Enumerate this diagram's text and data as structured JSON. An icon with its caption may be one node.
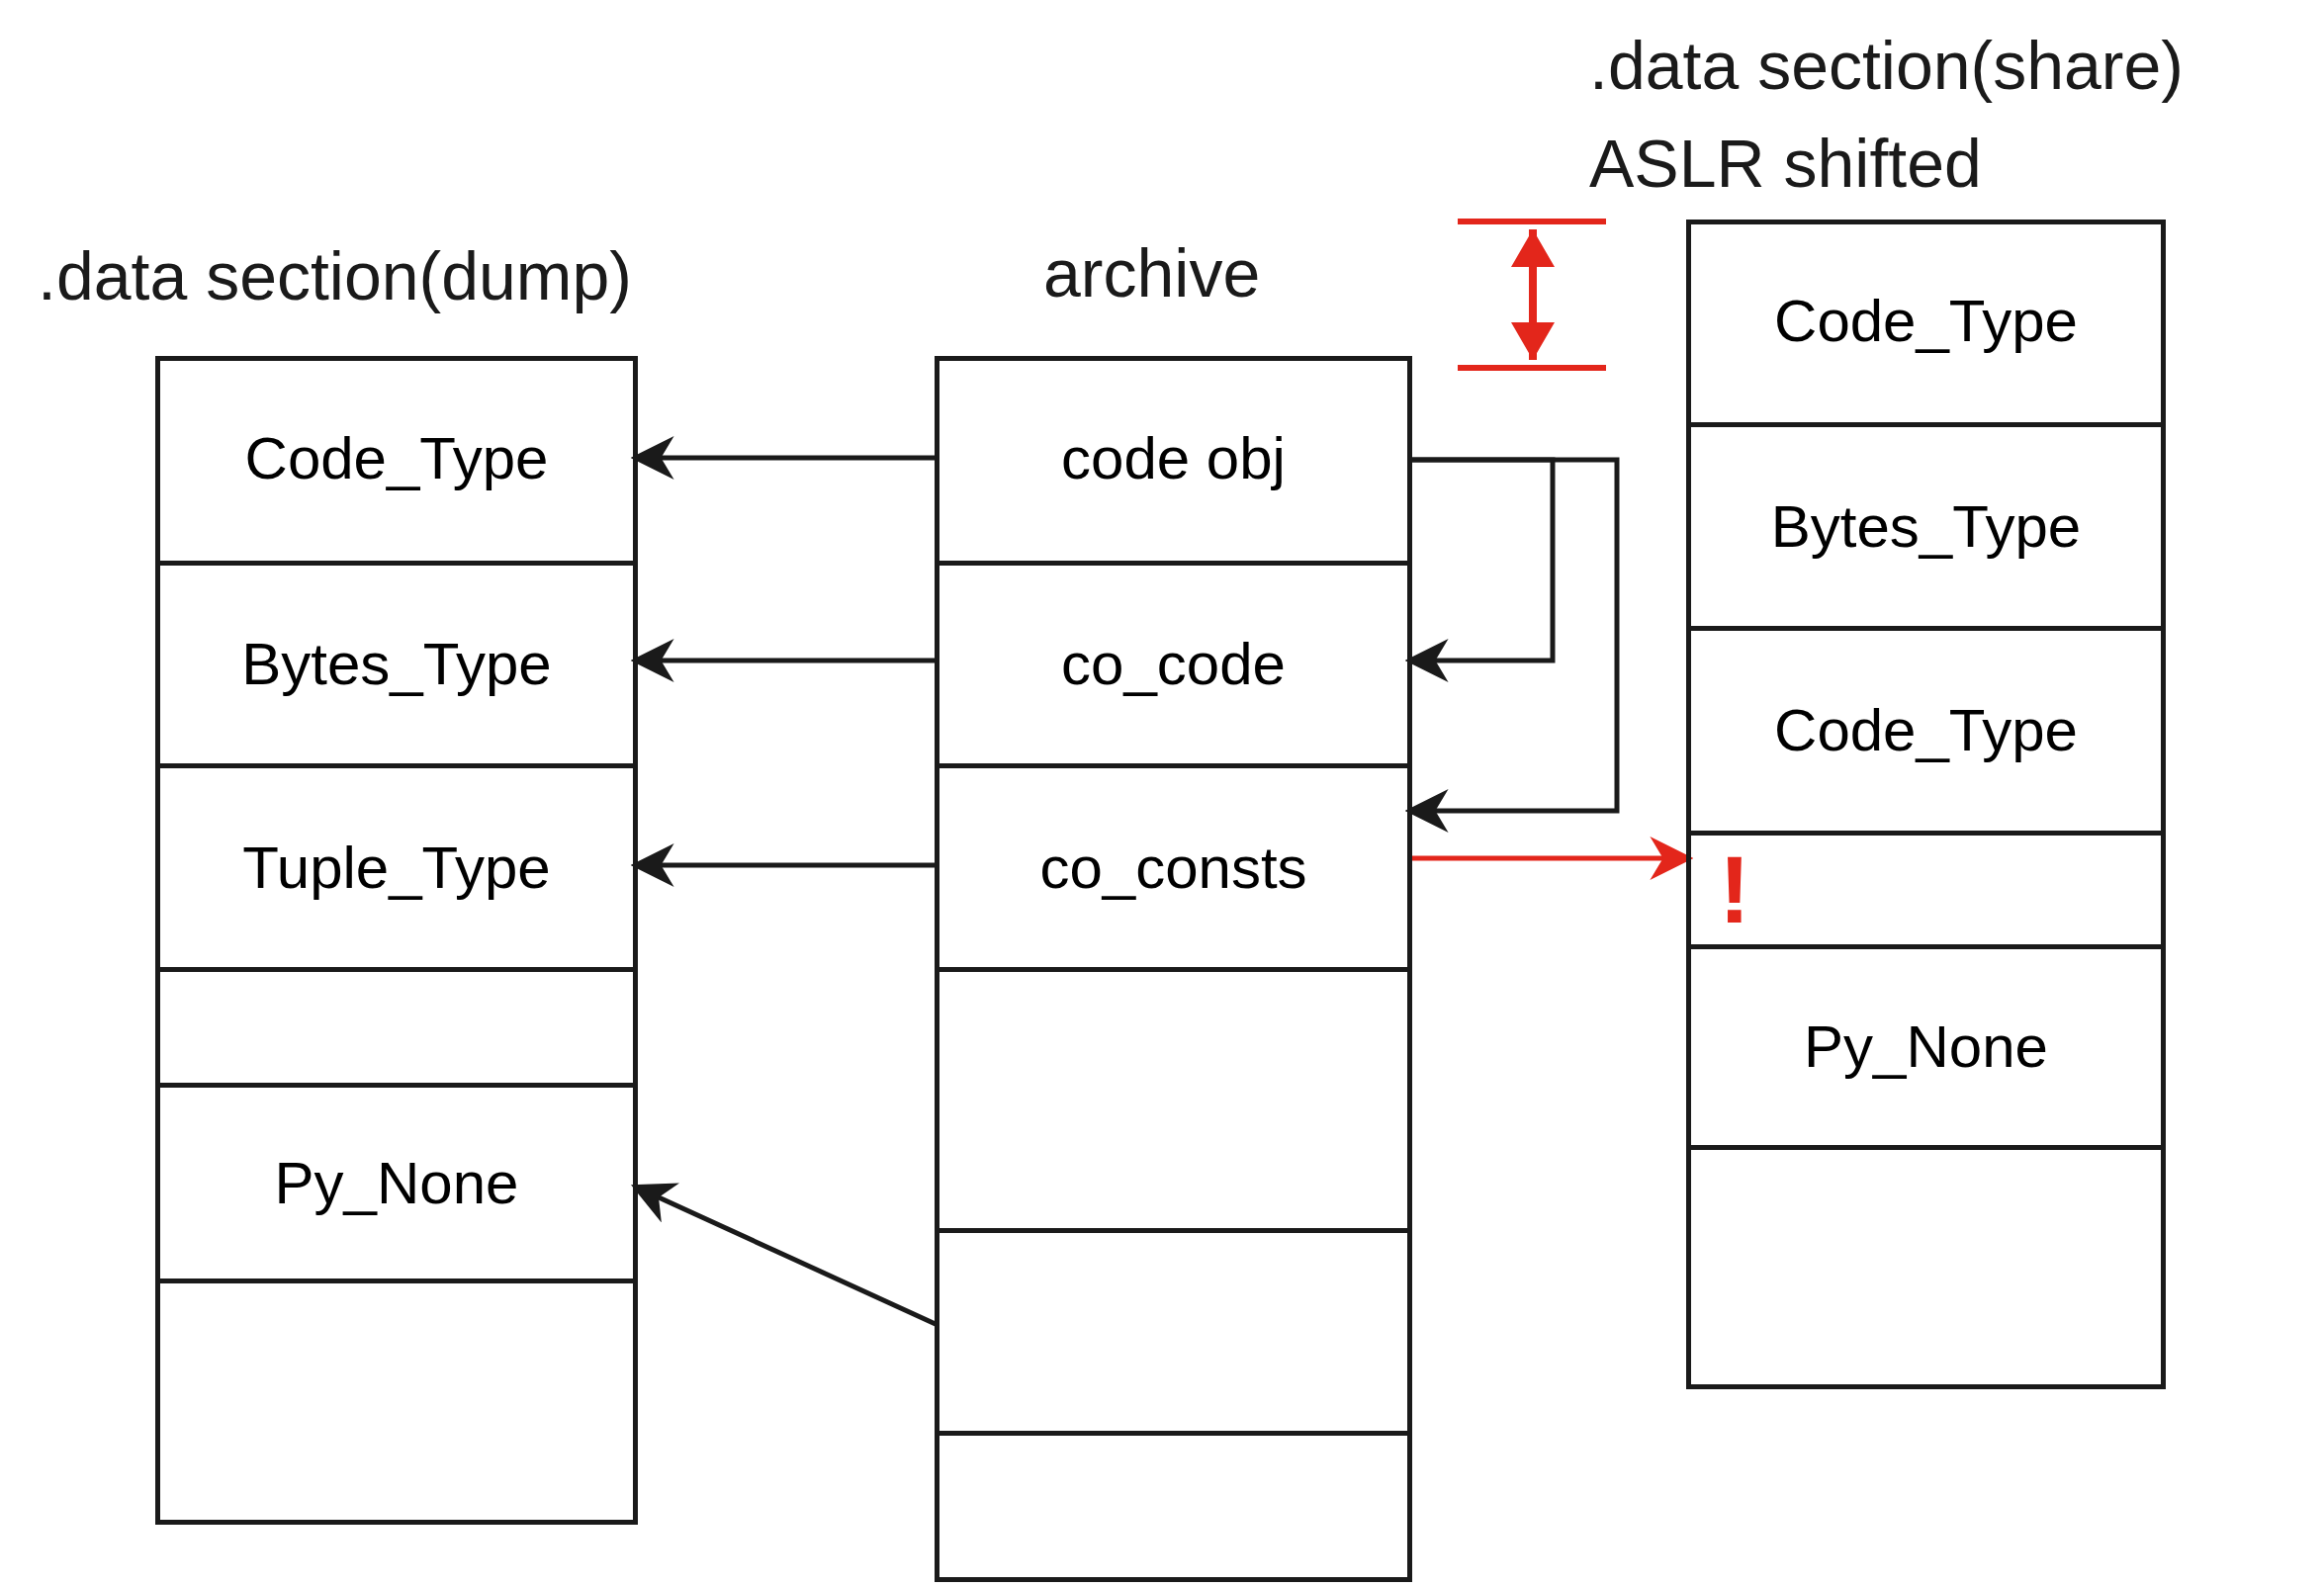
{
  "diagram": {
    "nodes": [
      {
        "text": [
          ".data section(dump)"
        ]
      },
      {
        "text": [
          "Code_Type"
        ],
        "in": 0
      },
      {
        "text": [
          "Bytes_Type"
        ],
        "in": 0
      },
      {
        "text": [
          "Tuple_Type"
        ],
        "in": 0
      },
      {
        "text": [],
        "shape": "box",
        "in": 0
      },
      {
        "text": [
          "Py_None"
        ],
        "in": 0
      },
      {
        "text": [],
        "shape": "box",
        "in": 0
      },
      {
        "text": [
          "archive"
        ]
      },
      {
        "text": [
          "code obj"
        ],
        "in": 7
      },
      {
        "text": [
          "co_code"
        ],
        "in": 7
      },
      {
        "text": [
          "co_consts"
        ],
        "in": 7
      },
      {
        "text": [],
        "shape": "box",
        "in": 7
      },
      {
        "text": [],
        "shape": "box",
        "in": 7
      },
      {
        "text": [],
        "shape": "box",
        "in": 7
      },
      {
        "text": [
          ".data section(share)",
          "ASLR shifted"
        ]
      },
      {
        "text": [
          "Code_Type"
        ],
        "in": 14
      },
      {
        "text": [
          "Bytes_Type"
        ],
        "in": 14
      },
      {
        "text": [
          "Code_Type"
        ],
        "in": 14
      },
      {
        "text": [],
        "shape": "box",
        "in": 14
      },
      {
        "text": [
          "Py_None"
        ],
        "in": 14
      },
      {
        "text": [],
        "shape": "box",
        "in": 14
      }
    ],
    "edges": [
      {
        "from": 8,
        "to": 1,
        "arrow": "to"
      },
      {
        "from": 9,
        "to": 2,
        "arrow": "to"
      },
      {
        "from": 10,
        "to": 3,
        "arrow": "to"
      },
      {
        "from": 12,
        "to": 5,
        "arrow": "to"
      },
      {
        "from": 8,
        "to": 9,
        "arrow": "to"
      },
      {
        "from": 8,
        "to": 10,
        "arrow": "to"
      },
      {
        "from": 10,
        "to": 18,
        "arrow": "to",
        "color": "#e3261b"
      }
    ],
    "labels": [
      "!"
    ]
  }
}
